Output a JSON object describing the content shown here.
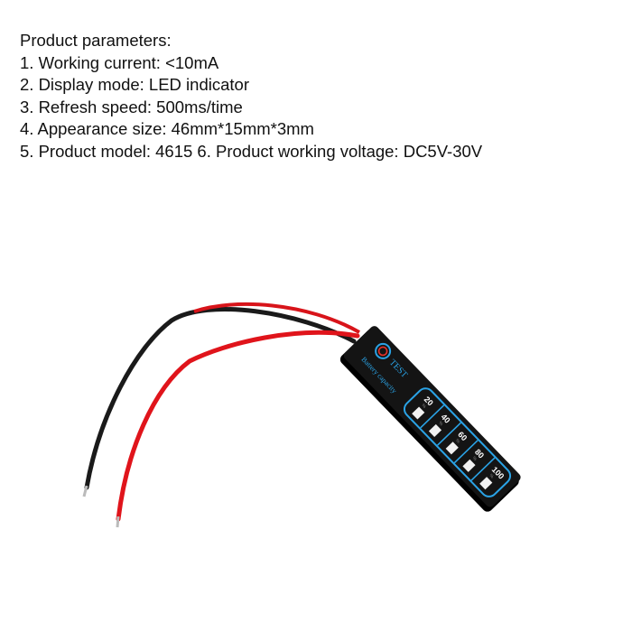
{
  "specs": {
    "title": "Product parameters:",
    "lines": [
      "1. Working current: <10mA",
      "2. Display mode: LED indicator",
      "3. Refresh speed: 500ms/time",
      "4. Appearance size: 46mm*15mm*3mm",
      "5. Product model: 4615 6. Product working voltage: DC5V-30V"
    ]
  },
  "device": {
    "test_label": "TEST",
    "battery_label": "Battery capacity",
    "levels": [
      "20",
      "40",
      "60",
      "80",
      "100"
    ],
    "percent_sign": "%",
    "colors": {
      "body": "#141414",
      "accent": "#2aa3e6",
      "power": "#e8322a",
      "red_wire": "#e0141b",
      "black_wire": "#1a1a1a"
    }
  }
}
